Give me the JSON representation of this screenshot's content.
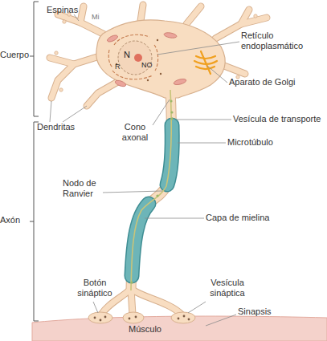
{
  "diagram": {
    "labels": [
      "Espinas",
      "Mi",
      "Cuerpo",
      "N",
      "NO",
      "R",
      "Retículo endoplasmático",
      "Aparato de Golgi",
      "Dendritas",
      "Cono axonal",
      "Vesícula de transporte",
      "Microtúbulo",
      "Nodo de Ranvier",
      "Axón",
      "Capa de mielina",
      "Botón sináptico",
      "Vesícula sináptica",
      "Sinapsis",
      "Músculo"
    ]
  }
}
